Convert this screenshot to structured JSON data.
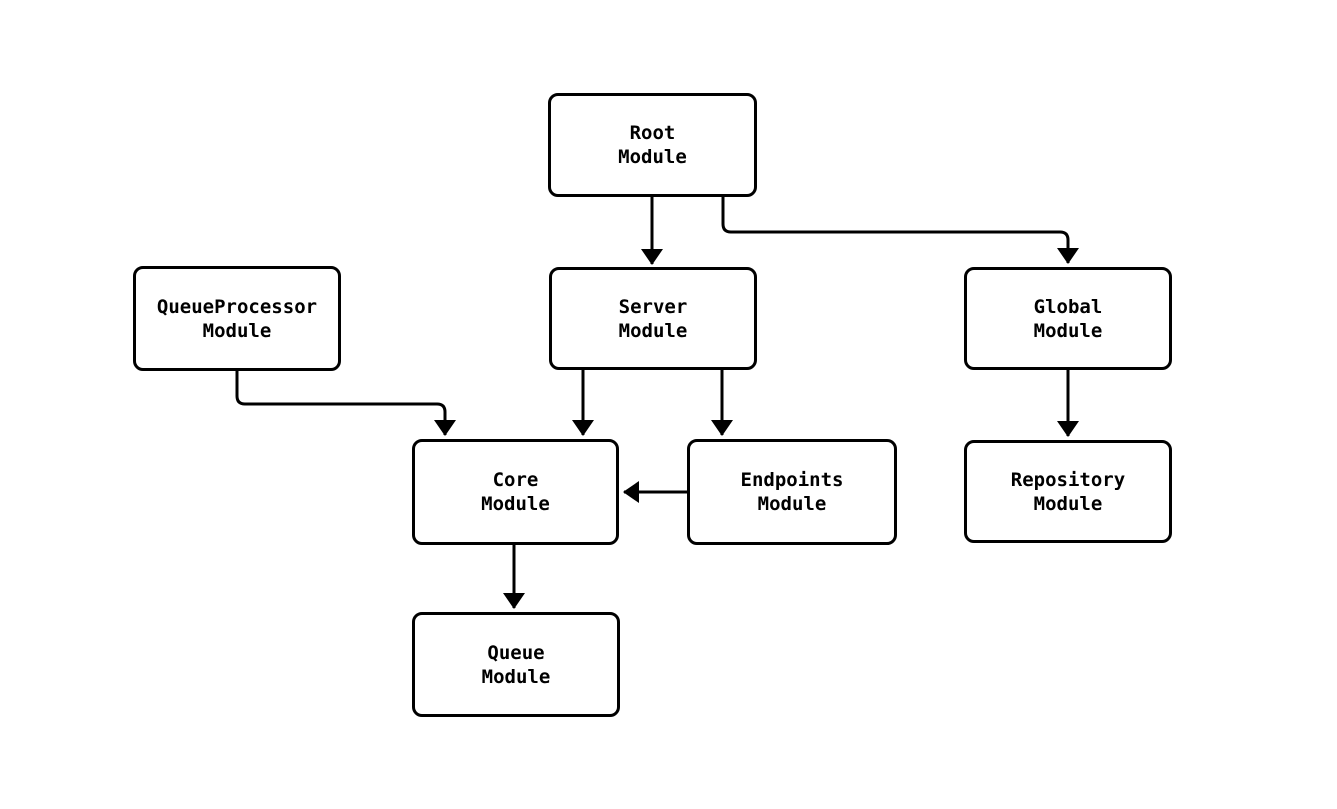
{
  "diagram": {
    "type": "module-dependency-graph",
    "colors": {
      "background": "#ffffff",
      "node_fill": "#ffffff",
      "stroke": "#000000",
      "text": "#000000"
    },
    "nodes": [
      {
        "id": "root",
        "line1": "Root",
        "line2": "Module"
      },
      {
        "id": "queueprocessor",
        "line1": "QueueProcessor",
        "line2": "Module"
      },
      {
        "id": "server",
        "line1": "Server",
        "line2": "Module"
      },
      {
        "id": "global",
        "line1": "Global",
        "line2": "Module"
      },
      {
        "id": "core",
        "line1": "Core",
        "line2": "Module"
      },
      {
        "id": "endpoints",
        "line1": "Endpoints",
        "line2": "Module"
      },
      {
        "id": "repository",
        "line1": "Repository",
        "line2": "Module"
      },
      {
        "id": "queue",
        "line1": "Queue",
        "line2": "Module"
      }
    ],
    "edges": [
      {
        "from": "Root Module",
        "to": "Server Module"
      },
      {
        "from": "Root Module",
        "to": "Global Module"
      },
      {
        "from": "QueueProcessor Module",
        "to": "Core Module"
      },
      {
        "from": "Server Module",
        "to": "Core Module"
      },
      {
        "from": "Server Module",
        "to": "Endpoints Module"
      },
      {
        "from": "Endpoints Module",
        "to": "Core Module"
      },
      {
        "from": "Global Module",
        "to": "Repository Module"
      },
      {
        "from": "Core Module",
        "to": "Queue Module"
      }
    ]
  }
}
